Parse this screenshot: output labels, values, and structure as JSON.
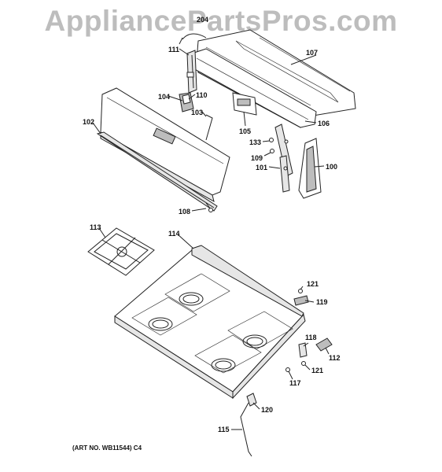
{
  "watermark": "AppliancePartsPros.com",
  "art_number": "(ART NO. WB11544) C4",
  "callouts": {
    "p204": "204",
    "p111": "111",
    "p107": "107",
    "p104": "104",
    "p110": "110",
    "p103": "103",
    "p105": "105",
    "p106": "106",
    "p102": "102",
    "p133": "133",
    "p109": "109",
    "p101": "101",
    "p100": "100",
    "p108": "108",
    "p113": "113",
    "p114": "114",
    "p121a": "121",
    "p119": "119",
    "p118": "118",
    "p112": "112",
    "p121b": "121",
    "p117": "117",
    "p120": "120",
    "p115": "115"
  }
}
